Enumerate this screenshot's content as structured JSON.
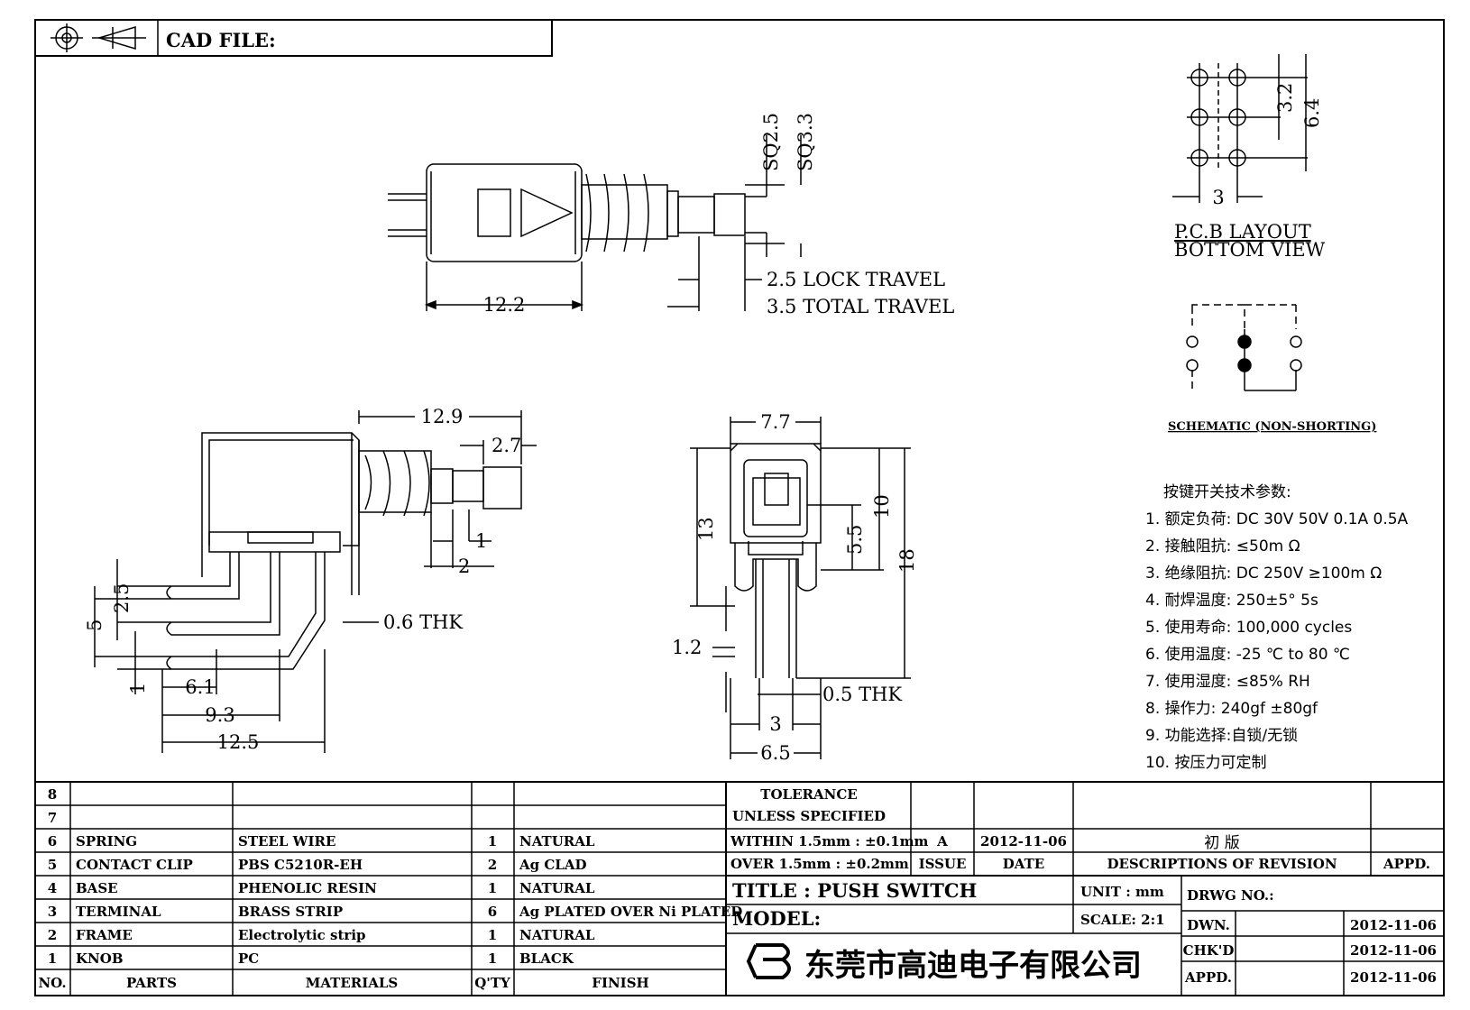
{
  "header": {
    "cad_file": "CAD FILE:"
  },
  "top_view": {
    "dim_width": "12.2",
    "dim_sq1": "SQ2.5",
    "dim_sq2": "SQ3.3",
    "lock_travel": "2.5 LOCK TRAVEL",
    "total_travel": "3.5 TOTAL TRAVEL"
  },
  "pcb_layout": {
    "dim_a": "3.2",
    "dim_b": "6.4",
    "dim_c": "3",
    "label1": "P.C.B LAYOUT",
    "label2": "BOTTOM VIEW"
  },
  "schematic": {
    "label": "SCHEMATIC (NON-SHORTING)"
  },
  "side_view": {
    "d129": "12.9",
    "d27": "2.7",
    "d1": "1",
    "d2": "2",
    "d25": "2.5",
    "d5": "5",
    "d1b": "1",
    "d61": "6.1",
    "d93": "9.3",
    "d125": "12.5",
    "thk": "0.6 THK"
  },
  "front_view": {
    "d77": "7.7",
    "d13": "13",
    "d10": "10",
    "d55": "5.5",
    "d18": "18",
    "d12": "1.2",
    "thk": "0.5 THK",
    "d3": "3",
    "d65": "6.5"
  },
  "specs": {
    "title": "按键开关技术参数:",
    "items": [
      "1.  额定负荷: DC 30V 50V    0.1A  0.5A",
      "2.  接触阻抗:  ≤50m Ω",
      "3.  绝缘阻抗: DC 250V  ≥100m Ω",
      "4.  耐焊温度: 250±5°    5s",
      "5.  使用寿命: 100,000 cycles",
      "6.  使用温度: -25  ℃  to 80  ℃",
      "7.  使用湿度:  ≤85% RH",
      "8.  操作力: 240gf  ±80gf",
      "9.  功能选择:自锁/无锁",
      "10.  按压力可定制"
    ]
  },
  "bom": {
    "rows": [
      {
        "no": "8",
        "part": "",
        "material": "",
        "qty": "",
        "finish": ""
      },
      {
        "no": "7",
        "part": "",
        "material": "",
        "qty": "",
        "finish": ""
      },
      {
        "no": "6",
        "part": "SPRING",
        "material": "STEEL WIRE",
        "qty": "1",
        "finish": "NATURAL"
      },
      {
        "no": "5",
        "part": "CONTACT CLIP",
        "material": "PBS C5210R-EH",
        "qty": "2",
        "finish": "Ag CLAD"
      },
      {
        "no": "4",
        "part": "BASE",
        "material": "PHENOLIC RESIN",
        "qty": "1",
        "finish": "NATURAL"
      },
      {
        "no": "3",
        "part": "TERMINAL",
        "material": "BRASS STRIP",
        "qty": "6",
        "finish": "Ag PLATED OVER Ni PLATED"
      },
      {
        "no": "2",
        "part": "FRAME",
        "material": "Electrolytic strip",
        "qty": "1",
        "finish": "NATURAL"
      },
      {
        "no": "1",
        "part": "KNOB",
        "material": "PC",
        "qty": "1",
        "finish": "BLACK"
      }
    ],
    "headers": {
      "no": "NO.",
      "part": "PARTS",
      "material": "MATERIALS",
      "qty": "Q'TY",
      "finish": "FINISH"
    }
  },
  "title_block": {
    "tol1": "TOLERANCE",
    "tol2": "UNLESS  SPECIFIED",
    "within": "WITHIN 1.5mm : ±0.1mm",
    "over": "OVER 1.5mm : ±0.2mm",
    "issue_val": "A",
    "date_val": "2012-11-06",
    "rev_desc": "初 版",
    "issue": "ISSUE",
    "date": "DATE",
    "desc": "DESCRIPTIONS  OF  REVISION",
    "appd": "APPD.",
    "title": "TITLE :   PUSH SWITCH",
    "unit": "UNIT :   mm",
    "drwg": "DRWG NO.:",
    "model": "MODEL:",
    "scale": "SCALE:   2:1",
    "dwn": "DWN.",
    "chkd": "CHK'D",
    "appd2": "APPD.",
    "dwn_date": "2012-11-06",
    "chkd_date": "2012-11-06",
    "appd_date": "2012-11-06",
    "company": "东莞市高迪电子有限公司"
  }
}
